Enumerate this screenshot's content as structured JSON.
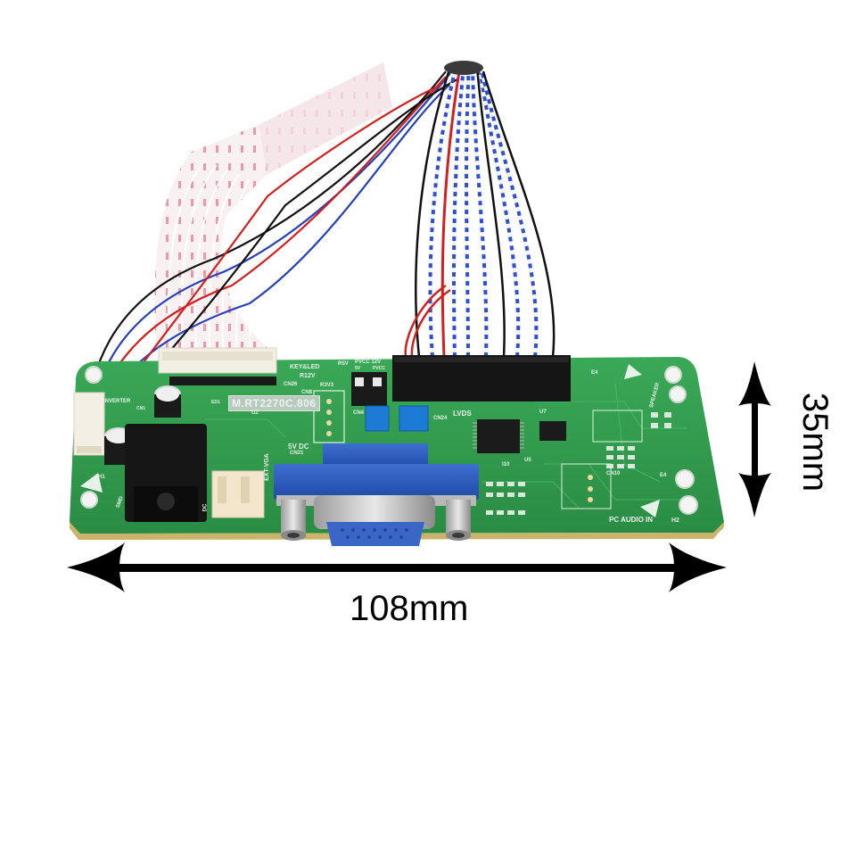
{
  "image": {
    "subject": "LCD controller board with cables",
    "background_color": "#ffffff",
    "board_color": "#2f9a4a"
  },
  "dimensions": {
    "width_label": "108mm",
    "height_label": "35mm"
  },
  "board": {
    "model": "M.RT2270C.806",
    "silkscreen": {
      "key_led": "KEY&LED",
      "r12v": "R12V",
      "cn26": "CN26",
      "r5v": "R5V",
      "r3v3": "R3V3",
      "pvcc_12v": "PVCC 12V",
      "pvcc_5v": "5V",
      "pvcc": "PVCC",
      "cn8": "CN8",
      "cn4": "CN4",
      "lvds": "LVDS",
      "cn24": "CN24",
      "u2": "U2",
      "u7": "U7",
      "u5": "U5",
      "i10": "I10",
      "e4": "E4",
      "e4b": "E4",
      "cn10": "CN10",
      "speaker": "SPEAKER",
      "h1": "H1",
      "h2": "H2",
      "five_v_dc": "5V DC",
      "cn21": "CN21",
      "ext_vga": "EXT-VGA",
      "pc_audio_in": "PC AUDIO IN",
      "dc": "DC",
      "inverter": "INVERTER",
      "cn1": "CN1",
      "ed1": "ED1",
      "smd": "SMD"
    }
  }
}
